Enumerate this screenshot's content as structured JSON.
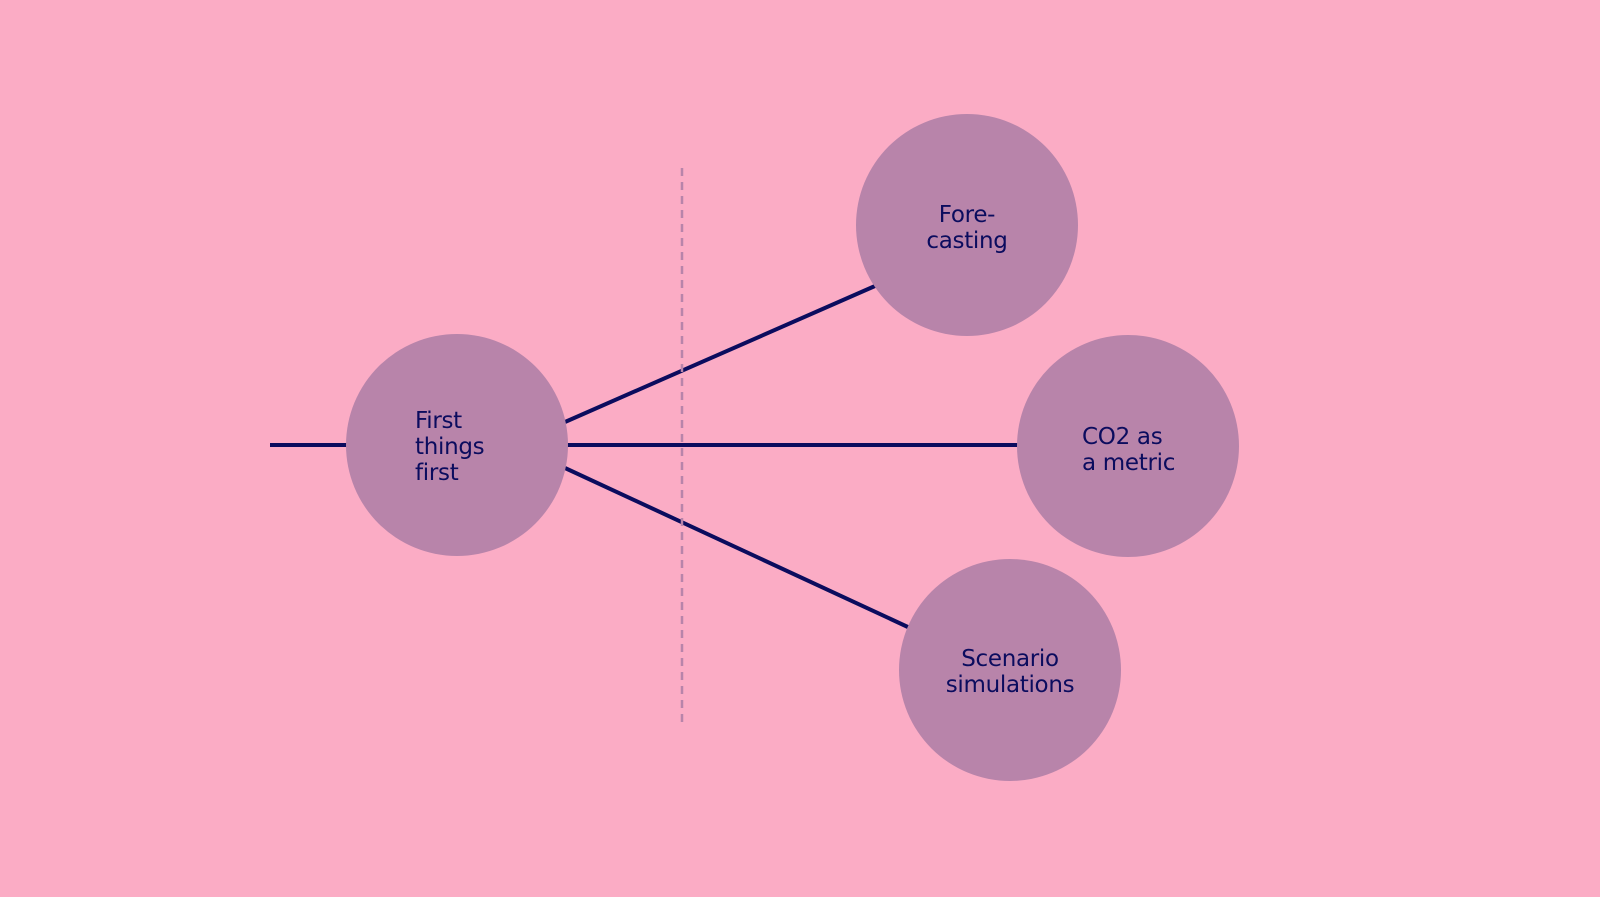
{
  "colors": {
    "background": "#FBACC5",
    "node": "#B884AA",
    "line": "#0B0C5E",
    "divider": "#B884AA"
  },
  "nodes": {
    "first": {
      "label": "First\nthings\nfirst"
    },
    "forecasting": {
      "label": "Fore-\ncasting"
    },
    "co2": {
      "label": "CO2 as\na metric"
    },
    "scenario": {
      "label": "Scenario\nsimulations"
    }
  }
}
